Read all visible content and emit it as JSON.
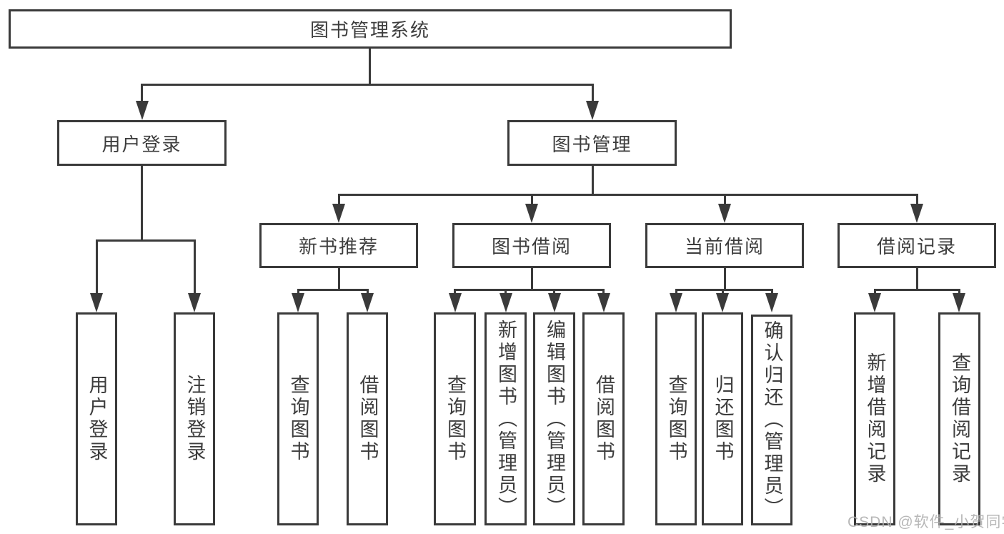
{
  "colors": {
    "line": "#3a3a3a",
    "text": "#3d3d3d",
    "background": "#ffffff",
    "watermark": "#b0b0b0"
  },
  "diagram": {
    "root": {
      "label": "图书管理系统"
    },
    "branches": [
      {
        "label": "用户登录",
        "children": [
          {
            "label": "用户登录"
          },
          {
            "label": "注销登录"
          }
        ]
      },
      {
        "label": "图书管理",
        "groups": [
          {
            "label": "新书推荐",
            "children": [
              {
                "label": "查询图书"
              },
              {
                "label": "借阅图书"
              }
            ]
          },
          {
            "label": "图书借阅",
            "children": [
              {
                "label": "查询图书"
              },
              {
                "label": "新增图书（管理员）"
              },
              {
                "label": "编辑图书（管理员）"
              },
              {
                "label": "借阅图书"
              }
            ]
          },
          {
            "label": "当前借阅",
            "children": [
              {
                "label": "查询图书"
              },
              {
                "label": "归还图书"
              },
              {
                "label": "确认归还（管理员）"
              }
            ]
          },
          {
            "label": "借阅记录",
            "children": [
              {
                "label": "新增借阅记录"
              },
              {
                "label": "查询借阅记录"
              }
            ]
          }
        ]
      }
    ]
  },
  "watermark": {
    "text": "CSDN @软件_小贺同学"
  }
}
